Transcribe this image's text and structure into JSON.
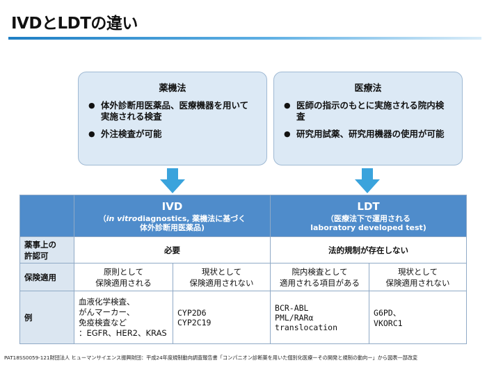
{
  "title": "IVDとLDTの違い",
  "colors": {
    "accent": "#1f7fc4",
    "header_fill": "#4f8ccb",
    "box_fill": "#dce9f5",
    "arrow": "#3aa3dc"
  },
  "left_box": {
    "heading": "薬機法",
    "bullets": [
      "体外診断用医薬品、医療機器を用いて実施される検査",
      "外注検査が可能"
    ]
  },
  "right_box": {
    "heading": "医療法",
    "bullets": [
      "医師の指示のもとに実施される院内検査",
      "研究用試薬、研究用機器の使用が可能"
    ]
  },
  "table": {
    "ivd_title": "IVD",
    "ivd_sub1_italic": "in vitro",
    "ivd_sub1_rest": "diagnostics, 薬機法に基づく",
    "ivd_sub2": "体外診断用医薬品)",
    "ivd_sub_open": "（",
    "ldt_title": "LDT",
    "ldt_sub1": "（医療法下で運用される",
    "ldt_sub2": "laboratory developed test)",
    "rows": {
      "approval_label": "薬事上の\n許認可",
      "approval_ivd": "必要",
      "approval_ldt": "法的規制が存在しない",
      "insurance_label": "保険適用",
      "ins_ivd_1": "原則として\n保険適用される",
      "ins_ivd_2": "現状として\n保険適用されない",
      "ins_ldt_1": "院内検査として\n適用される項目がある",
      "ins_ldt_2": "現状として\n保険適用されない",
      "example_label": "例",
      "ex_ivd_1": "血液化学検査、\nがんマーカー、\n免疫検査など\n：EGFR、HER2、KRAS",
      "ex_ivd_2": "CYP2D6\nCYP2C19",
      "ex_ldt_1": "BCR-ABL\nPML/RARα\ntranslocation",
      "ex_ldt_2": "G6PD、\nVKORC1"
    }
  },
  "footer": "PAT18SS0059-121財団法人 ヒューマンサイエンス振興財団：平成24年度規制動向調査報告書「コンパニオン診断薬を用いた個別化医療ーその開発と規制の動向ー」から図表一部改変"
}
